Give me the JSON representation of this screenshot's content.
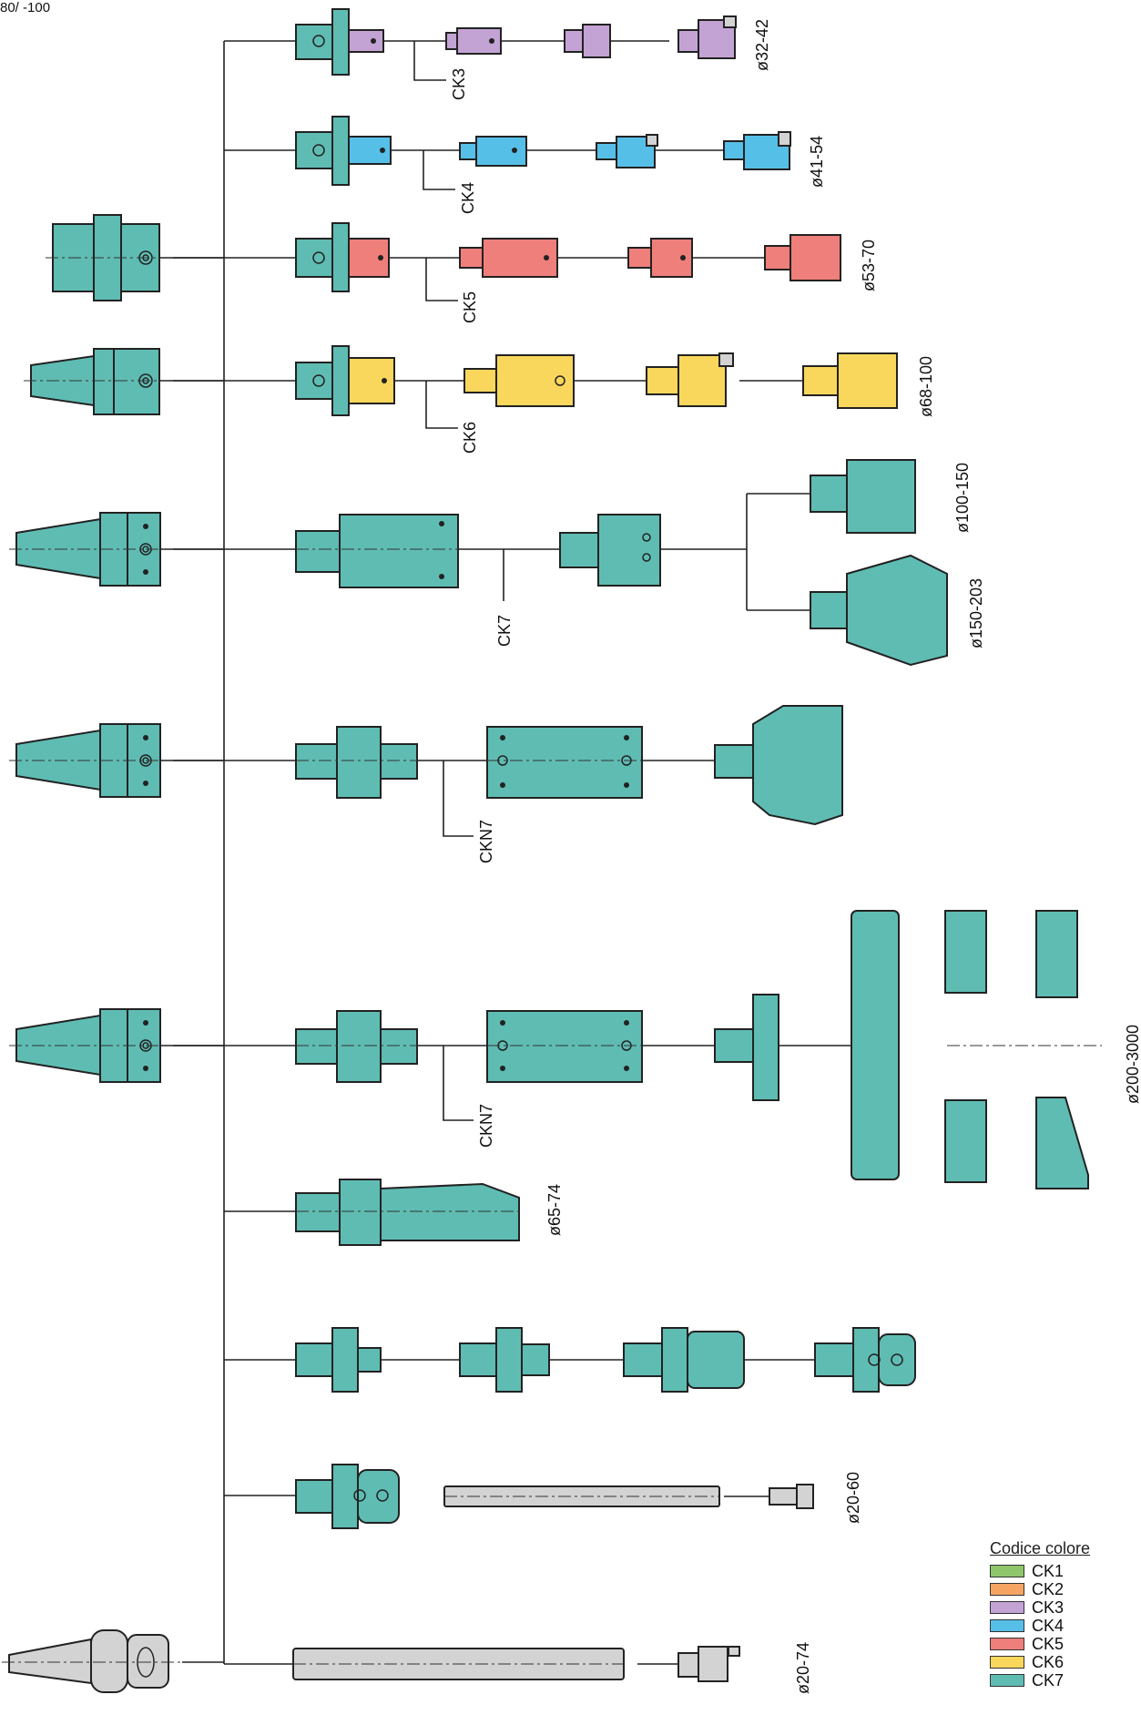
{
  "corner_label": "80/ -100",
  "colors": {
    "CK1": "#8fc66b",
    "CK2": "#f5a561",
    "CK3": "#c3a3d4",
    "CK4": "#56bfe8",
    "CK5": "#ee7f7b",
    "CK6": "#f9d75c",
    "CK7": "#5fbcb3",
    "grey": "#d3d3d3",
    "line": "#222222"
  },
  "system_labels": {
    "ck3": "CK3",
    "ck4": "CK4",
    "ck5": "CK5",
    "ck6": "CK6",
    "ck7": "CK7",
    "ckn7_a": "CKN7",
    "ckn7_b": "CKN7"
  },
  "diameter_labels": {
    "ck3": "ø32-42",
    "ck4": "ø41-54",
    "ck5": "ø53-70",
    "ck6": "ø68-100",
    "ck7_small": "ø100-150",
    "ck7_large": "ø150-203",
    "ckn7_large": "ø200-3000",
    "drill": "ø65-74",
    "bar": "ø20-60",
    "shank": "ø20-74"
  },
  "legend": {
    "title": "Codice colore",
    "items": [
      {
        "label": "CK1",
        "color": "#8fc66b"
      },
      {
        "label": "CK2",
        "color": "#f5a561"
      },
      {
        "label": "CK3",
        "color": "#c3a3d4"
      },
      {
        "label": "CK4",
        "color": "#56bfe8"
      },
      {
        "label": "CK5",
        "color": "#ee7f7b"
      },
      {
        "label": "CK6",
        "color": "#f9d75c"
      },
      {
        "label": "CK7",
        "color": "#5fbcb3"
      }
    ]
  }
}
